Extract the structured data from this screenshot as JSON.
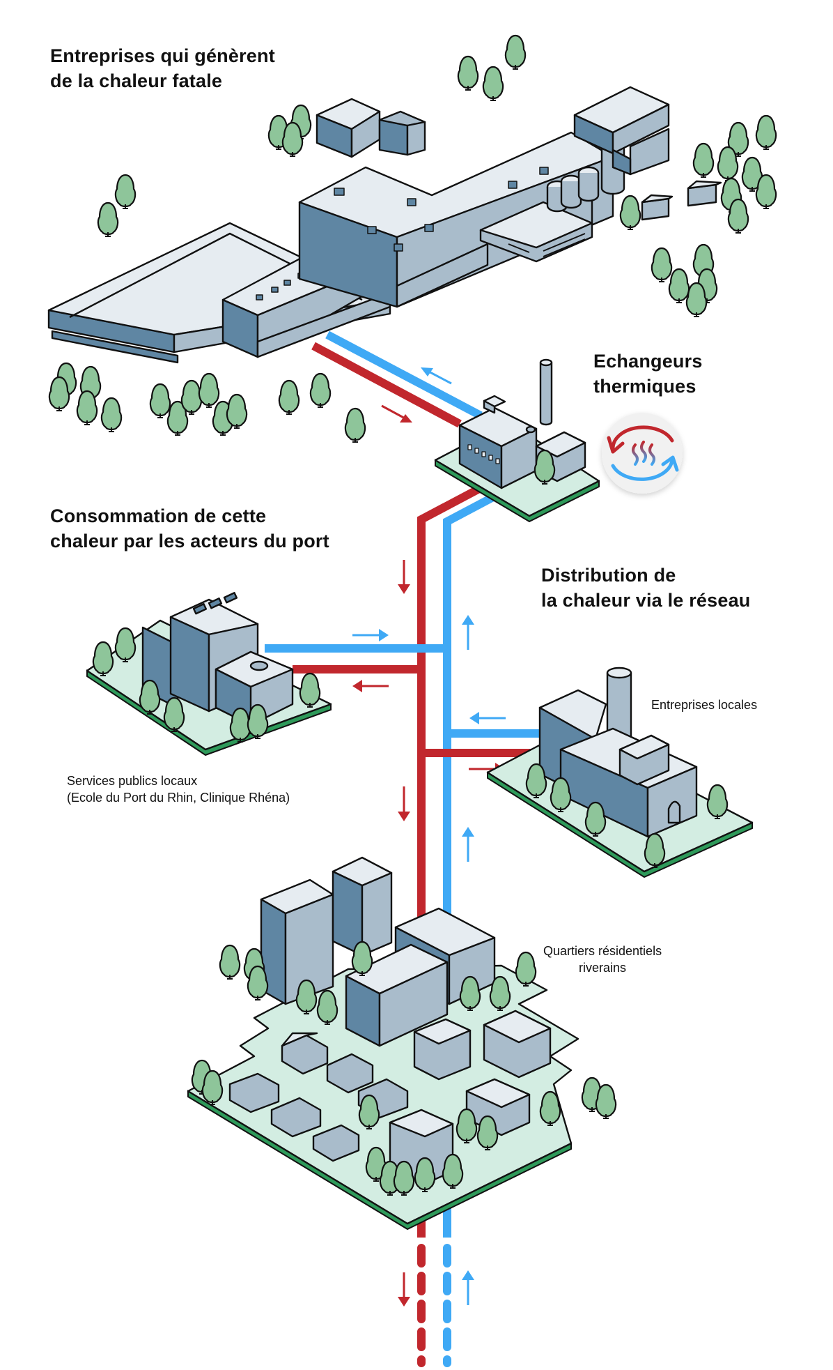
{
  "headings": {
    "sources": "Entreprises qui génèrent\nde la chaleur fatale",
    "exchangers": "Echangeurs\nthermiques",
    "consumption": "Consommation de cette\nchaleur par les acteurs du port",
    "distribution": "Distribution de\nla chaleur via le réseau"
  },
  "labels": {
    "local_companies": "Entreprises locales",
    "public_services": "Services publics locaux\n(Ecole du Port du Rhin, Clinique Rhéna)",
    "residential": "Quartiers résidentiels\nriverains"
  },
  "legend_colors": {
    "hot_supply": "#c1272d",
    "cold_return": "#3fa9f5",
    "ground": "#d3ede2",
    "tree": "#8ec59a",
    "building_dark": "#5f86a3",
    "building_light": "#a9bccb"
  },
  "icons": {
    "exchanger": "heat-exchange-cycle-icon"
  }
}
